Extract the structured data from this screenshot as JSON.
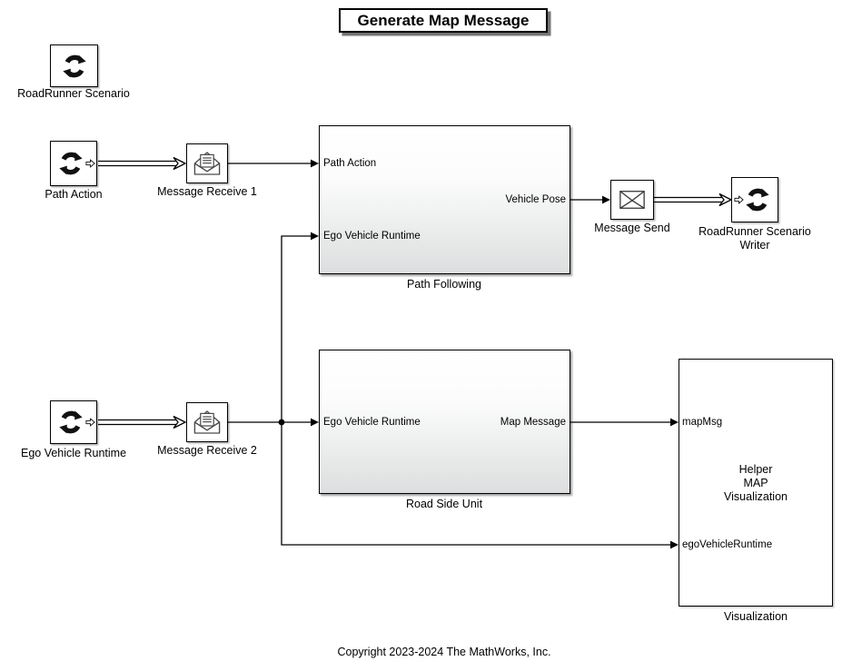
{
  "title": "Generate Map Message",
  "copyright": "Copyright 2023-2024 The MathWorks, Inc.",
  "colors": {
    "wire": "#000000",
    "block_border": "#000000",
    "subsystem_gradient_top": "#ffffff",
    "subsystem_gradient_bottom": "#dcdedf",
    "background": "#ffffff"
  },
  "blocks": {
    "roadrunner_scenario": {
      "label": "RoadRunner Scenario",
      "icon": "roadrunner-cycle-icon"
    },
    "path_action": {
      "label": "Path Action",
      "icon": "roadrunner-cycle-icon"
    },
    "message_receive_1": {
      "label": "Message Receive 1",
      "icon": "message-receive-icon"
    },
    "path_following": {
      "label": "Path Following",
      "in1": "Path Action",
      "in2": "Ego Vehicle Runtime",
      "out1": "Vehicle Pose"
    },
    "message_send": {
      "label": "Message Send",
      "icon": "message-send-icon"
    },
    "roadrunner_scenario_writer": {
      "label": "RoadRunner Scenario Writer",
      "icon": "roadrunner-cycle-icon"
    },
    "ego_vehicle_runtime": {
      "label": "Ego Vehicle Runtime",
      "icon": "roadrunner-cycle-icon"
    },
    "message_receive_2": {
      "label": "Message Receive 2",
      "icon": "message-receive-icon"
    },
    "road_side_unit": {
      "label": "Road Side Unit",
      "in1": "Ego Vehicle Runtime",
      "out1": "Map Message"
    },
    "visualization": {
      "label": "Visualization",
      "in1": "mapMsg",
      "in2": "egoVehicleRuntime",
      "body1": "Helper",
      "body2": "MAP",
      "body3": "Visualization"
    }
  },
  "connections": [
    {
      "from": "Path Action",
      "to": "Message Receive 1",
      "type": "message"
    },
    {
      "from": "Message Receive 1",
      "to": "Path Following/Path Action",
      "type": "signal"
    },
    {
      "from": "Path Following/Vehicle Pose",
      "to": "Message Send",
      "type": "signal"
    },
    {
      "from": "Message Send",
      "to": "RoadRunner Scenario Writer",
      "type": "message"
    },
    {
      "from": "Ego Vehicle Runtime",
      "to": "Message Receive 2",
      "type": "message"
    },
    {
      "from": "Message Receive 2",
      "to": "Path Following/Ego Vehicle Runtime",
      "type": "signal"
    },
    {
      "from": "Message Receive 2",
      "to": "Road Side Unit/Ego Vehicle Runtime",
      "type": "signal"
    },
    {
      "from": "Message Receive 2",
      "to": "Visualization/egoVehicleRuntime",
      "type": "signal"
    },
    {
      "from": "Road Side Unit/Map Message",
      "to": "Visualization/mapMsg",
      "type": "signal"
    }
  ]
}
